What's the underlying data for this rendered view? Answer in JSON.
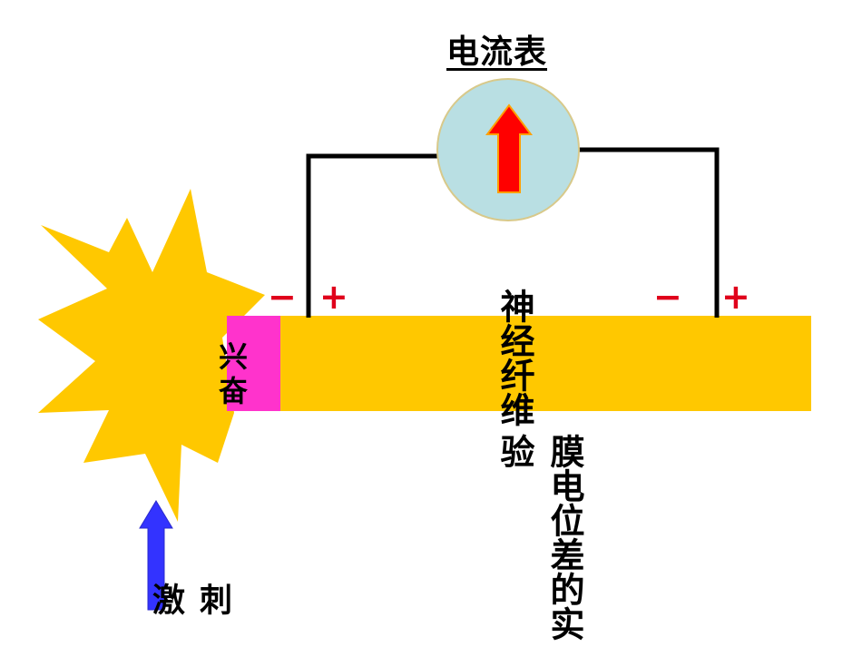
{
  "title": "电流表",
  "labels": {
    "excitation": "兴奋",
    "nerve_fiber": "神经纤维",
    "caption": "膜电位差的实验",
    "stimulus": "刺激"
  },
  "electrodes": {
    "left_pair": {
      "minus": "−",
      "plus": "+"
    },
    "right_pair": {
      "minus": "−",
      "plus": "+"
    }
  },
  "ammeter": {
    "needle_direction": "up",
    "needle_color": "#ff0000",
    "face_color": "#b9dfe3"
  },
  "colors": {
    "fiber": "#ffc800",
    "excited_region": "#ff33cc",
    "burst": "#ffc800",
    "stimulus_arrow": "#3333ff",
    "wire": "#000000",
    "sign": "#e0001b"
  },
  "icons": {
    "burst": "starburst-icon",
    "stimulus_arrow": "arrow-up-icon",
    "needle": "arrow-up-icon"
  }
}
